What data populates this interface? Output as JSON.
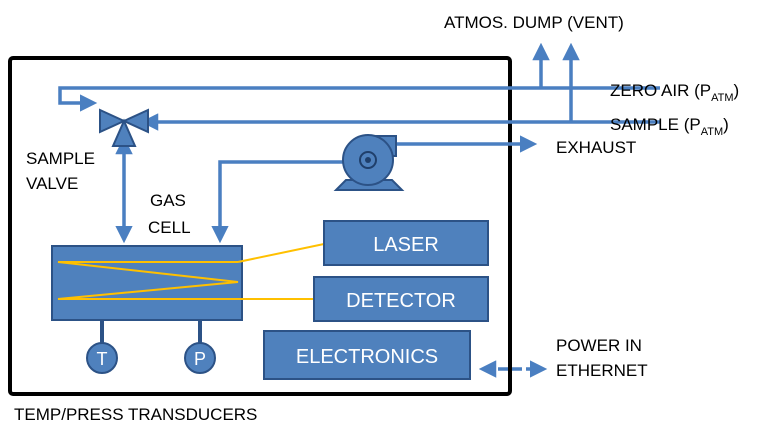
{
  "labels": {
    "vent": "ATMOS. DUMP (VENT)",
    "zero_air": "ZERO AIR (P",
    "zero_air_sub": "ATM",
    "sample": "SAMPLE (P",
    "sample_sub": "ATM",
    "close_paren": ")",
    "exhaust": "EXHAUST",
    "sample_valve_line1": "SAMPLE",
    "sample_valve_line2": "VALVE",
    "gas_cell_line1": "GAS",
    "gas_cell_line2": "CELL",
    "power_in": "POWER IN",
    "ethernet": "ETHERNET",
    "transducers": "TEMP/PRESS TRANSDUCERS"
  },
  "boxes": {
    "laser": "LASER",
    "detector": "DETECTOR",
    "electronics": "ELECTRONICS"
  },
  "sensors": {
    "temperature": "T",
    "pressure": "P"
  },
  "colors": {
    "pipe": "#4a7fc1",
    "box_fill": "#4f81bd",
    "box_stroke": "#2c5286",
    "beam": "#ffc000",
    "enclosure": "#000000"
  }
}
